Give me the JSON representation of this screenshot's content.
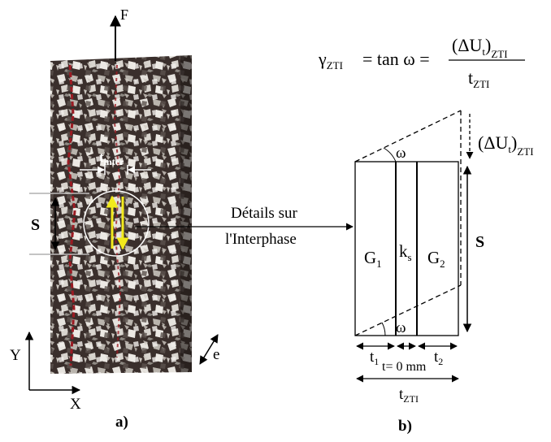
{
  "photo": {
    "force_label": "F",
    "t_inter_main": "t",
    "t_inter_sub": "inter",
    "s_label": "S",
    "e_label": "e",
    "y_axis_label": "Y",
    "x_axis_label": "X",
    "panel_label": "a)",
    "colors": {
      "aggregate_dark": "#3a2f2c",
      "aggregate_light": "#e6e3de",
      "interphase_red": "#9b1a22",
      "shear_arrows": "#f2ea1c",
      "detail_circle": "#ffffff"
    }
  },
  "callout": {
    "line1": "Détails sur",
    "line2": "l'Interphase"
  },
  "formula": {
    "gamma": "γ",
    "gamma_sub": "ZTI",
    "eq_tan": "= tan ω =",
    "numerator_main": "(ΔU",
    "numerator_t": "t",
    "numerator_close": ")",
    "numerator_sub": "ZTI",
    "denominator_main": "t",
    "denominator_sub": "ZTI"
  },
  "schematic": {
    "omega_top": "ω",
    "omega_bottom": "ω",
    "du_main": "(ΔU",
    "du_t": "t",
    "du_close": ")",
    "du_sub": "ZTI",
    "s_label": "S",
    "g1_main": "G",
    "g1_sub": "1",
    "ks_main": "k",
    "ks_sub": "s",
    "g2_main": "G",
    "g2_sub": "2",
    "t1_main": "t",
    "t1_sub": "1",
    "t0_label": "t= 0 mm",
    "t2_main": "t",
    "t2_sub": "2",
    "tzti_main": "t",
    "tzti_sub": "ZTI",
    "panel_label": "b)"
  }
}
